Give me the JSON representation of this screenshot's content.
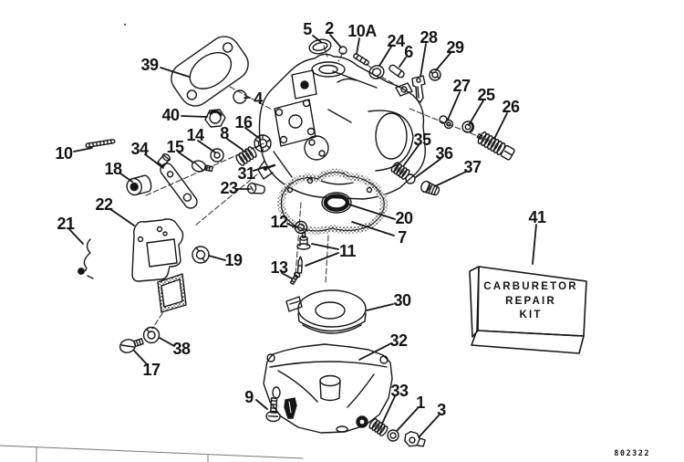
{
  "figure": {
    "kind": "exploded-parts-diagram",
    "colors": {
      "ink": "#141414",
      "paper": "#ffffff",
      "edge_line": "#777777"
    },
    "drawing_number": "802322",
    "repair_kit_box": {
      "lines": [
        "CARBURETOR",
        "REPAIR",
        "KIT"
      ]
    },
    "callouts": {
      "1": "1",
      "2": "2",
      "3": "3",
      "4": "4",
      "5": "5",
      "6": "6",
      "7": "7",
      "8": "8",
      "9": "9",
      "10": "10",
      "10A": "10A",
      "11": "11",
      "12": "12",
      "13": "13",
      "14": "14",
      "15": "15",
      "16": "16",
      "17": "17",
      "18": "18",
      "19": "19",
      "20": "20",
      "21": "21",
      "22": "22",
      "23": "23",
      "24": "24",
      "25": "25",
      "26": "26",
      "27": "27",
      "28": "28",
      "29": "29",
      "30": "30",
      "31": "31",
      "32": "32",
      "33": "33",
      "34": "34",
      "35": "35",
      "36": "36",
      "37": "37",
      "38": "38",
      "39": "39",
      "40": "40",
      "41": "41"
    }
  }
}
